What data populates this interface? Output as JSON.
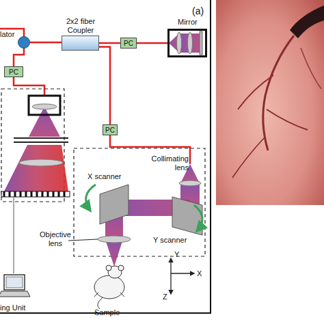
{
  "diagram": {
    "nodes": [
      {
        "text": [
          "lator"
        ]
      },
      {
        "text": [
          "2x2 fiber Coupler"
        ]
      },
      {
        "text": [
          "PC"
        ]
      },
      {
        "text": [
          "Mirror"
        ]
      },
      {
        "text": [
          "PC"
        ]
      },
      {
        "text": [
          "PC"
        ]
      }
    ],
    "edges": [
      {
        "from": 0,
        "to": 1,
        "arrow": "none"
      },
      {
        "from": 1,
        "to": 2,
        "arrow": "none"
      },
      {
        "from": 2,
        "to": 3,
        "arrow": "none"
      },
      {
        "from": 1,
        "to": 5,
        "arrow": "none"
      }
    ],
    "labels": [
      "(a)",
      "Collimating lens",
      "X scanner",
      "Y scanner",
      "Objective lens",
      "Sample",
      "Y",
      "X",
      "Z",
      "ing Unit"
    ]
  }
}
